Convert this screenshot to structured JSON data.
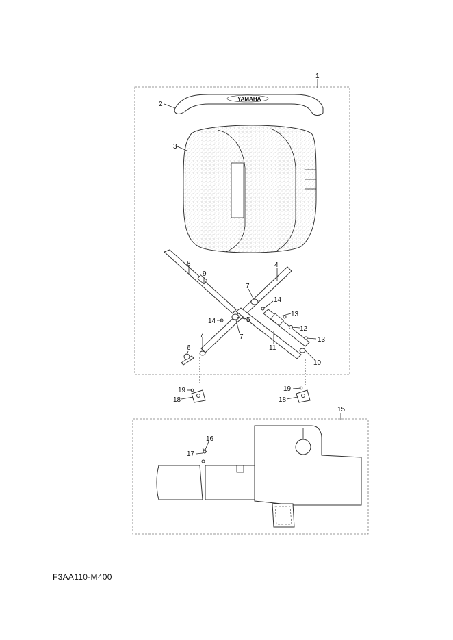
{
  "diagram": {
    "brand_label": "YAMAHA",
    "part_code": "F3AA110-M400",
    "callouts": {
      "c1": "1",
      "c2": "2",
      "c3": "3",
      "c4": "4",
      "c5": "5",
      "c6": "6",
      "c7a": "7",
      "c7b": "7",
      "c7c": "7",
      "c8": "8",
      "c9": "9",
      "c10": "10",
      "c11": "11",
      "c12": "12",
      "c13a": "13",
      "c13b": "13",
      "c14a": "14",
      "c14b": "14",
      "c15": "15",
      "c16": "16",
      "c17": "17",
      "c18a": "18",
      "c18b": "18",
      "c19a": "19",
      "c19b": "19"
    }
  }
}
